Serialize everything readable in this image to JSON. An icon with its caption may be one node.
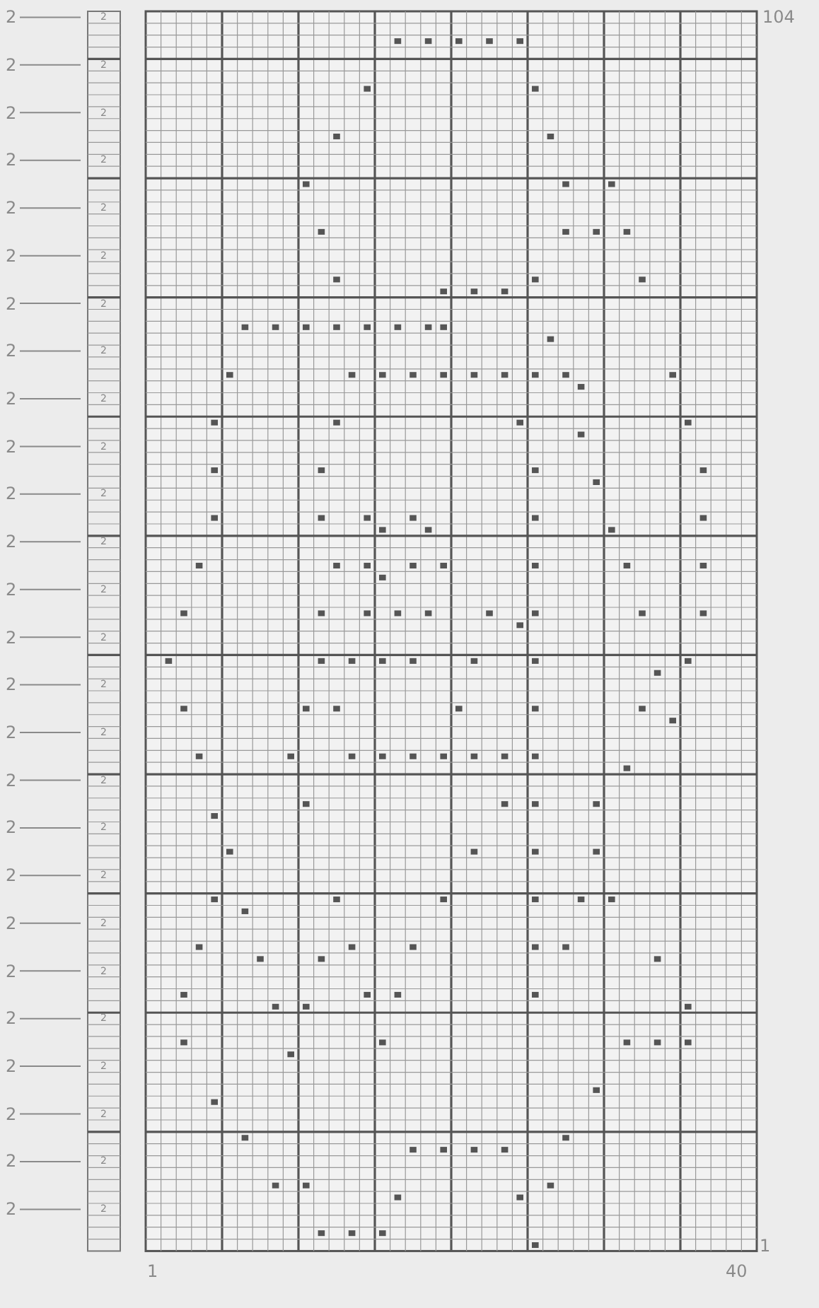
{
  "diagram": {
    "labels": [
      "2",
      "2",
      "104",
      "2",
      "2",
      "2",
      "2",
      "2",
      "2",
      "2",
      "2",
      "2",
      "2",
      "2",
      "2",
      "2",
      "2",
      "2",
      "2",
      "2",
      "2",
      "2",
      "2",
      "2",
      "2",
      "2",
      "2",
      "2",
      "2",
      "2",
      "2",
      "2",
      "2",
      "2",
      "2",
      "2",
      "2",
      "2",
      "2",
      "2",
      "2",
      "2",
      "2",
      "2",
      "2",
      "2",
      "2",
      "2",
      "2",
      "2",
      "2",
      "2",
      "2",
      "1",
      "1",
      "40"
    ]
  }
}
